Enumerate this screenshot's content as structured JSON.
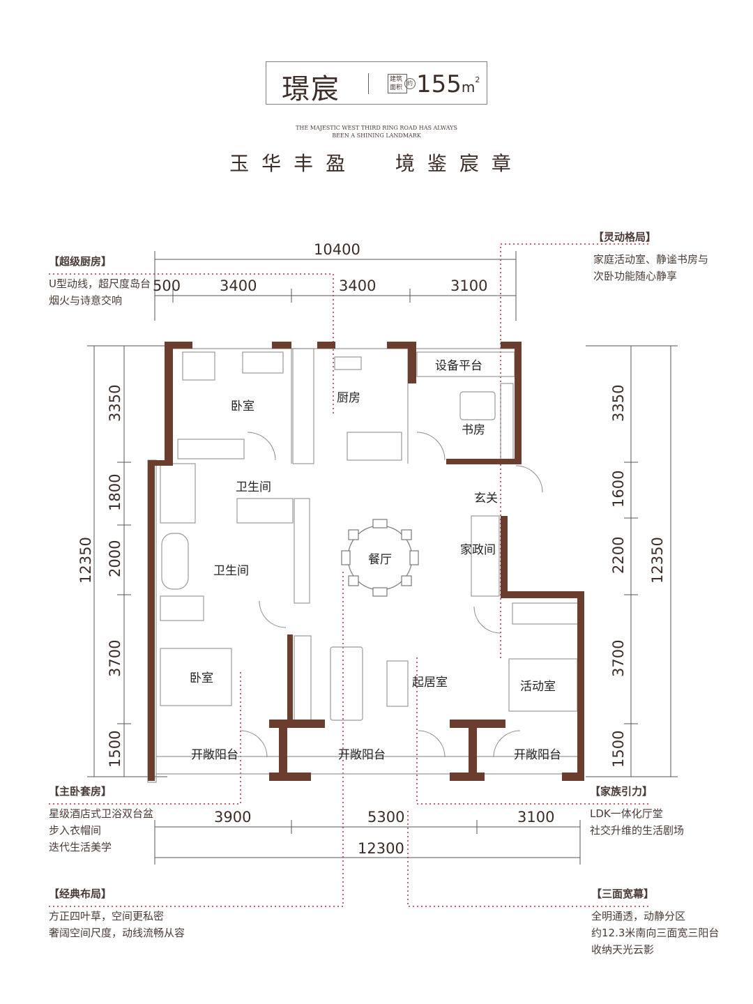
{
  "header": {
    "name": "璟宸",
    "area_label": "建筑面积",
    "area_prefix": "约",
    "area_value": "155",
    "area_unit": "m",
    "area_sup": "2",
    "english_line1": "THE MAJESTIC WEST THIRD RING ROAD HAS ALWAYS",
    "english_line2": "BEEN A SHINING LANDMARK",
    "slogan": "玉华丰盈  境鉴宸章"
  },
  "callouts": {
    "kitchen": {
      "title": "【超级厨房】",
      "lines": [
        "U型动线，超尺度岛台",
        "烟火与诗意交响"
      ]
    },
    "layout_flex": {
      "title": "【灵动格局】",
      "lines": [
        "家庭活动室、静谧书房与",
        "次卧功能随心静享"
      ]
    },
    "master": {
      "title": "【主卧套房】",
      "lines": [
        "星级酒店式卫浴双台盆",
        "步入衣帽间",
        "迭代生活美学"
      ]
    },
    "family": {
      "title": "【家族引力】",
      "lines": [
        "LDK一体化厅堂",
        "社交升维的生活剧场"
      ]
    },
    "classic": {
      "title": "【经典布局】",
      "lines": [
        "方正四叶草，空间更私密",
        "奢阔空间尺度，动线流畅从容"
      ]
    },
    "facade": {
      "title": "【三面宽幕】",
      "lines": [
        "全明通透，动静分区",
        "约12.3米南向三面宽三阳台",
        "收纳天光云影"
      ]
    }
  },
  "dimensions": {
    "top_total": "10400",
    "top_segments": [
      "500",
      "3400",
      "3400",
      "3100"
    ],
    "bottom_segments": [
      "3900",
      "5300",
      "3100"
    ],
    "bottom_total": "12300",
    "left_total": "12350",
    "left_segments": [
      "3350",
      "1800",
      "2000",
      "3700",
      "1500"
    ],
    "right_total": "12350",
    "right_segments": [
      "3350",
      "1600",
      "2200",
      "3700",
      "1500"
    ]
  },
  "rooms": {
    "bedroom_nw": "卧室",
    "kitchen": "厨房",
    "equipment": "设备平台",
    "study": "书房",
    "bath_1": "卫生间",
    "foyer": "玄关",
    "dining": "餐厅",
    "housekeeping": "家政间",
    "bath_2": "卫生间",
    "bedroom_sw": "卧室",
    "living": "起居室",
    "activity": "活动室",
    "balcony_1": "开敞阳台",
    "balcony_2": "开敞阳台",
    "balcony_3": "开敞阳台"
  },
  "colors": {
    "wall": "#6b3d2e",
    "accent_dots": "#b52a3a",
    "text": "#4a3a35"
  }
}
